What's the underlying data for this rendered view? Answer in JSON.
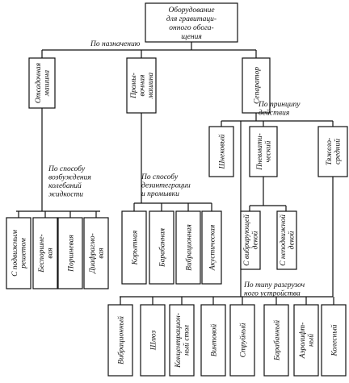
{
  "root": {
    "lines": [
      "Оборудование",
      "для гравитаци-",
      "онного обога-",
      "щения"
    ]
  },
  "edge_labels": {
    "purpose": "По назначению",
    "principle": [
      "По принципу",
      "действия"
    ],
    "excitation": [
      "По способу",
      "возбуждения",
      "колебаний",
      "жидкости"
    ],
    "disintegration": [
      "По способу",
      "дезинтеграции",
      "и промывки"
    ],
    "unloading": [
      "По типу разгрузоч",
      "ного устройства"
    ]
  },
  "level1": {
    "jig": [
      "Отсадочная",
      "машина"
    ],
    "washer": [
      "Промы-",
      "вочная",
      "машина"
    ],
    "separator": [
      "Сепаратор"
    ]
  },
  "separator_types": {
    "screw": [
      "Шнековый"
    ],
    "pneumatic": [
      "Пневмати-",
      "ческий"
    ],
    "heavy_medium": [
      "Тяжело-",
      "средний"
    ]
  },
  "jig_types": [
    [
      "С подвижным",
      "решетом"
    ],
    [
      "Беспоршне-",
      "вая"
    ],
    [
      "Поршневая"
    ],
    [
      "Диафрагмо-",
      "вая"
    ]
  ],
  "washer_types": [
    [
      "Корытная"
    ],
    [
      "Барабанная"
    ],
    [
      "Вибрационная"
    ],
    [
      "Акустическая"
    ]
  ],
  "pneumatic_types": [
    [
      "С вибрирующей",
      "декой"
    ],
    [
      "С неподвижной",
      "декой"
    ]
  ],
  "unloading_types": [
    [
      "Вибрационный"
    ],
    [
      "Шлюз"
    ],
    [
      "Концентрацион-",
      "ный стол"
    ],
    [
      "Винтовой"
    ],
    [
      "Струйный"
    ],
    [
      "Барабанный"
    ],
    [
      "Аэролифт-",
      "ный"
    ],
    [
      "Колесный"
    ]
  ]
}
